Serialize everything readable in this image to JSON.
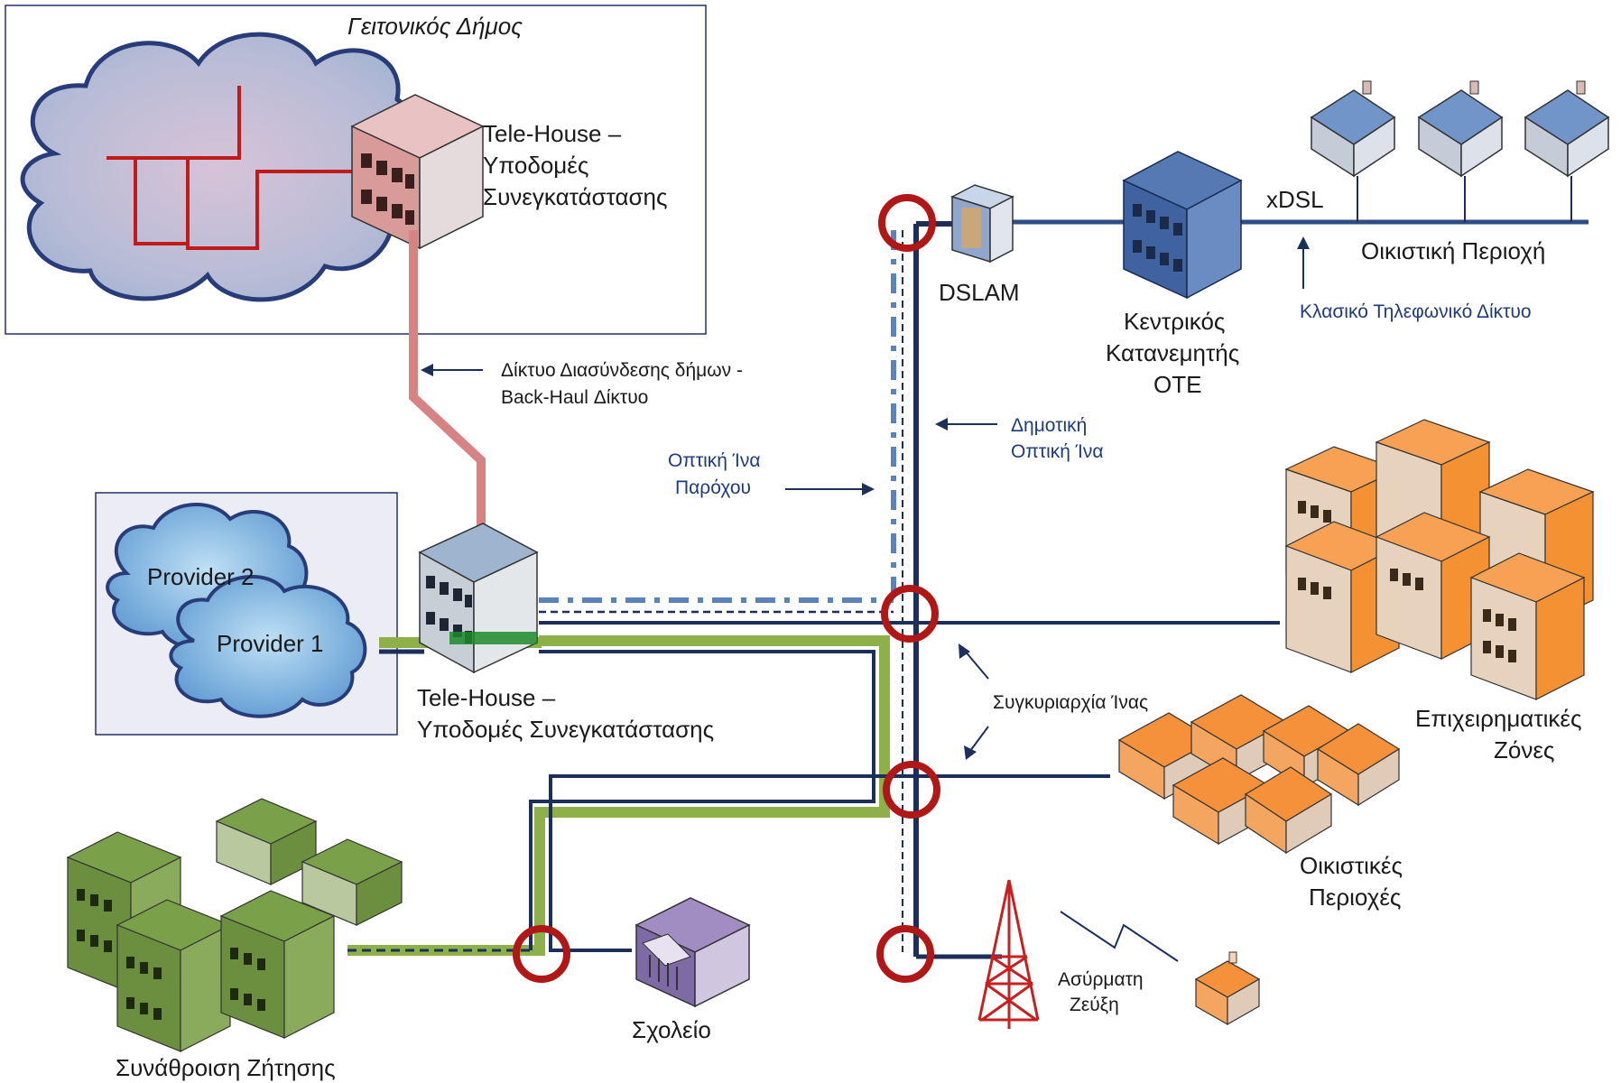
{
  "labels": {
    "neighbor_municipality": "Γειτονικός Δήμος",
    "telehouse_top_1": "Tele-House –",
    "telehouse_top_2": "Υποδομές",
    "telehouse_top_3": "Συνεγκατάστασης",
    "backhaul_1": "Δίκτυο Διασύνδεσης δήμων -",
    "backhaul_2": "Back-Haul Δίκτυο",
    "provider2": "Provider 2",
    "provider1": "Provider 1",
    "telehouse_mid_1": "Tele-House –",
    "telehouse_mid_2": "Υποδομές Συνεγκατάστασης",
    "provider_fiber_1": "Οπτική Ίνα",
    "provider_fiber_2": "Παρόχου",
    "dslam": "DSLAM",
    "municipal_fiber_1": "Δημοτική",
    "municipal_fiber_2": "Οπτική Ίνα",
    "ote_1": "Κεντρικός",
    "ote_2": "Κατανεμητής",
    "ote_3": "ΟΤΕ",
    "xdsl": "xDSL",
    "residential_area": "Οικιστική Περιοχή",
    "classic_phone": "Κλασικό Τηλεφωνικό Δίκτυο",
    "business_1": "Επιχειρηματικές",
    "business_2": "Ζόνες",
    "colocation_fiber": "Συγκυριαρχία Ίνας",
    "residential_areas_1": "Οικιστικές",
    "residential_areas_2": "Περιοχές",
    "wireless_1": "Ασύρματη",
    "wireless_2": "Ζεύξη",
    "school": "Σχολείο",
    "demand_aggregation": "Συνάθροιση Ζήτησης"
  },
  "colors": {
    "navy": "#1b2f5a",
    "mid_blue": "#4f78b3",
    "red": "#b01818",
    "pink_line": "#d98080",
    "green": "#8db04a",
    "orange": "#f5913a",
    "dark_green": "#6b8f3e"
  }
}
